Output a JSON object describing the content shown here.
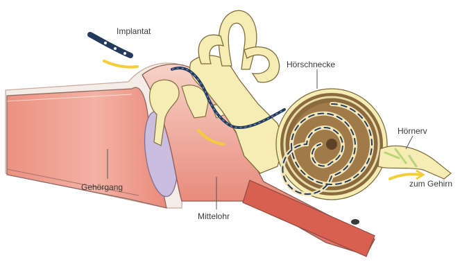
{
  "labels": {
    "implant": "Implantat",
    "cochlea": "Hörschnecke",
    "auditory_nerve": "Hörnerv",
    "to_brain": "zum Gehirn",
    "ear_canal": "Gehörgang",
    "middle_ear": "Mittelohr"
  },
  "colors": {
    "tissue_red": "#e9877a",
    "tissue_light": "#f6c8bd",
    "bone_cream": "#f6edb4",
    "cochlea_brown": "#8b6a3e",
    "implant_navy": "#243a5c",
    "eardrum_lilac": "#cbbde0",
    "arrow_yellow": "#f2cf3a",
    "nerve_green": "#b9d47a"
  }
}
